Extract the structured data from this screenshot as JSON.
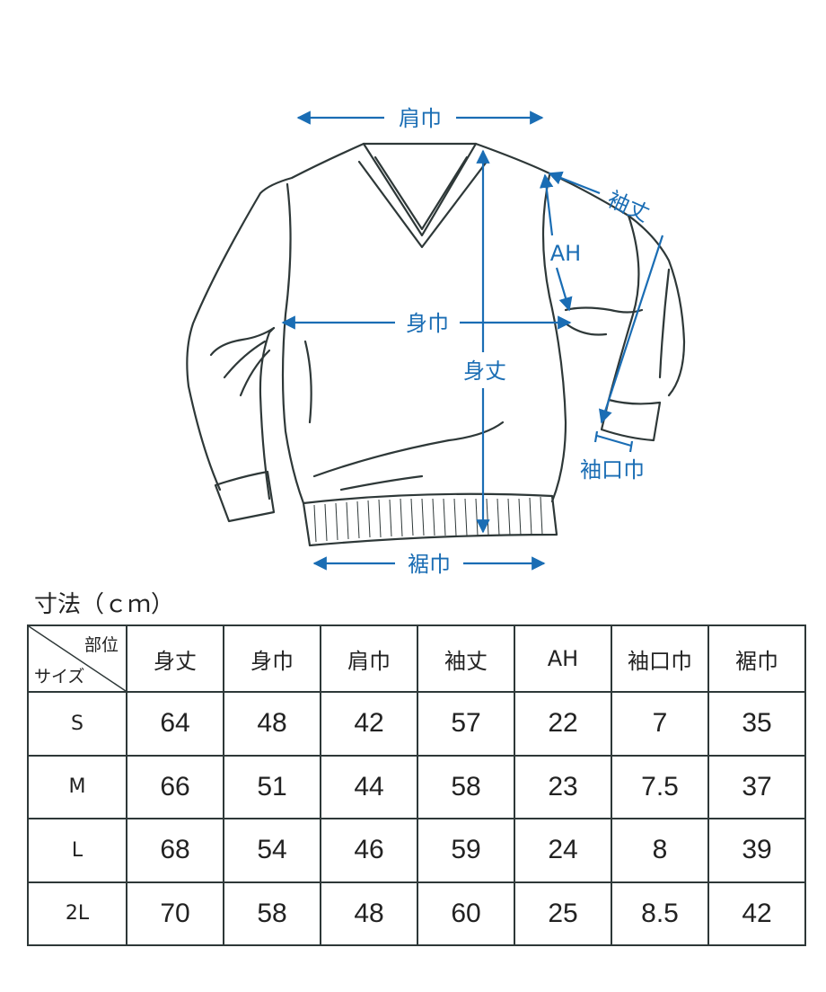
{
  "diagram": {
    "labels": {
      "shoulder_width": "肩巾",
      "sleeve_length": "袖丈",
      "armhole": "AH",
      "chest_width": "身巾",
      "body_length": "身丈",
      "cuff_width": "袖口巾",
      "hem_width": "裾巾"
    },
    "colors": {
      "accent": "#1a6db4",
      "line": "#2e3838"
    }
  },
  "table": {
    "caption": "寸法（ｃｍ）",
    "corner_top": "部位",
    "corner_bottom": "サイズ",
    "headers": [
      "身丈",
      "身巾",
      "肩巾",
      "袖丈",
      "AH",
      "袖口巾",
      "裾巾"
    ],
    "rows": [
      {
        "size": "S",
        "values": [
          "64",
          "48",
          "42",
          "57",
          "22",
          "7",
          "35"
        ]
      },
      {
        "size": "M",
        "values": [
          "66",
          "51",
          "44",
          "58",
          "23",
          "7.5",
          "37"
        ]
      },
      {
        "size": "L",
        "values": [
          "68",
          "54",
          "46",
          "59",
          "24",
          "8",
          "39"
        ]
      },
      {
        "size": "2L",
        "values": [
          "70",
          "58",
          "48",
          "60",
          "25",
          "8.5",
          "42"
        ]
      }
    ]
  }
}
